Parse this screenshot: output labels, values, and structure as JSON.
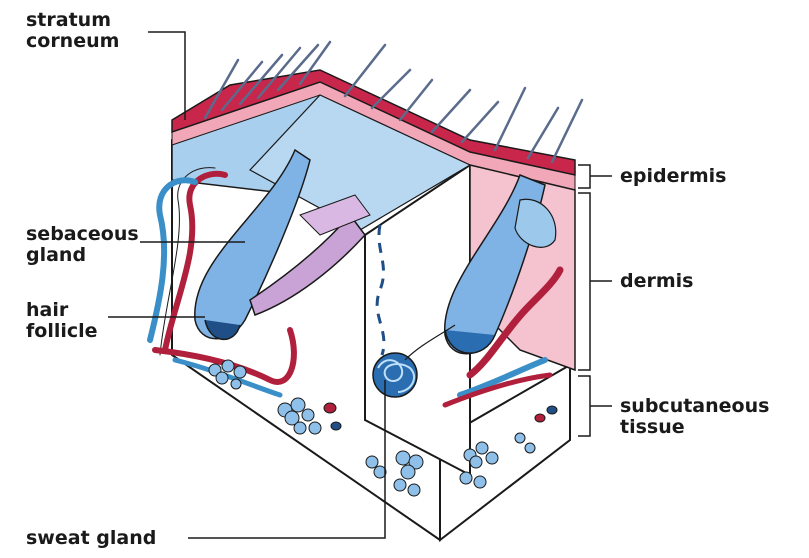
{
  "labels": {
    "stratum_corneum": [
      "stratum",
      "corneum"
    ],
    "sebaceous_gland": [
      "sebaceous",
      "gland"
    ],
    "hair_follicle": [
      "hair",
      "follicle"
    ],
    "sweat_gland": "sweat gland",
    "epidermis": "epidermis",
    "dermis": "dermis",
    "subcutaneous_tissue": [
      "subcutaneous",
      "tissue"
    ]
  },
  "colors": {
    "stratum_corneum": "#c8264a",
    "epidermis_pink": "#f2a7b8",
    "epidermis_blue": "#9cc8ec",
    "dermis_white": "#ffffff",
    "follicle_blue": "#7fb3e6",
    "sebaceous": "#c9a3d6",
    "artery": "#b0203c",
    "vein": "#3a8fc9",
    "fat": "#8fc0ea",
    "outline": "#1a1a1a"
  }
}
